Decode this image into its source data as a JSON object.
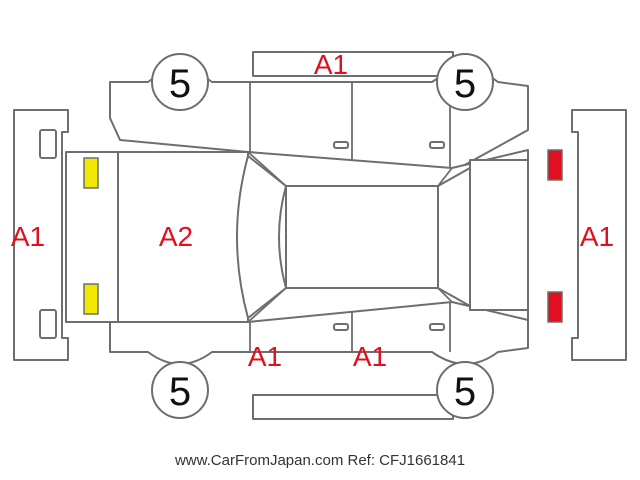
{
  "codes": {
    "roof": "A1",
    "front_bumper": "A1",
    "hood": "A2",
    "rear_bumper": "A1",
    "left_front_door": "A1",
    "left_rear_door": "A1"
  },
  "tyres": {
    "front_right": "5",
    "rear_right": "5",
    "front_left": "5",
    "rear_left": "5"
  },
  "lights": {
    "front_color": "#f0e800",
    "rear_color": "#e01020"
  },
  "footer": {
    "text": "www.CarFromJapan.com Ref: CFJ1661841"
  }
}
